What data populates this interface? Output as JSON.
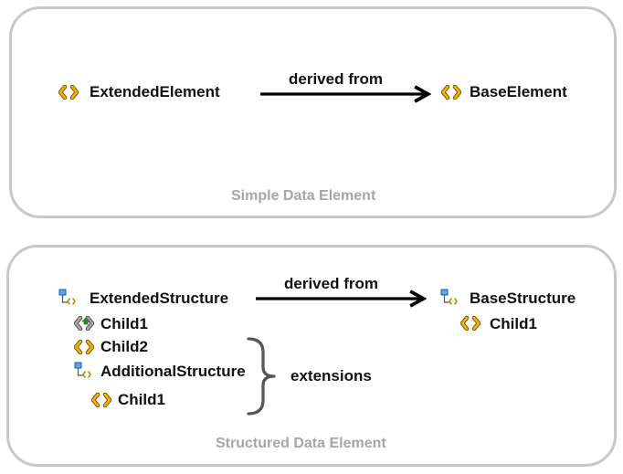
{
  "simple": {
    "source": "ExtendedElement",
    "relation": "derived from",
    "target": "BaseElement",
    "caption": "Simple Data Element"
  },
  "structured": {
    "source": "ExtendedStructure",
    "relation": "derived from",
    "target": "BaseStructure",
    "source_children": [
      "Child1",
      "Child2",
      "AdditionalStructure",
      "Child1"
    ],
    "target_children": [
      "Child1"
    ],
    "brace_label": "extensions",
    "caption": "Structured Data Element"
  },
  "colors": {
    "element_icon": "#e8a400",
    "inherited_icon": "#8a8a8a",
    "inherited_badge": "#2e8b3d",
    "structure_icon_blue": "#2b7fd0",
    "panel_border": "#c8c8c8",
    "caption": "#a6a6a6"
  },
  "icons": {
    "element": "data-element-icon",
    "inherited_element": "inherited-element-icon",
    "structure": "data-structure-icon"
  }
}
